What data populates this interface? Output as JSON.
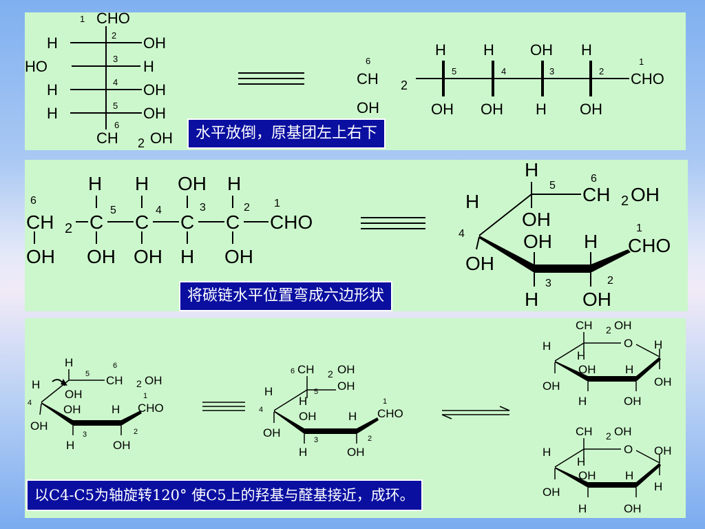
{
  "captions": {
    "step1": "水平放倒，原基团左上右下",
    "step2": "将碳链水平位置弯成六边形状",
    "step3": "以C4-C5为轴旋转120° 使C5上的羟基与醛基接近，成环。"
  },
  "labels": {
    "cho": "CHO",
    "oh": "OH",
    "ho": "HO",
    "h": "H",
    "ch": "CH",
    "ch2": "CH",
    "sub2": "2",
    "o": "O",
    "n1": "1",
    "n2": "2",
    "n3": "3",
    "n4": "4",
    "n5": "5",
    "n6": "6"
  },
  "colors": {
    "panel_bg": "#ccf7cc",
    "caption_bg": "#0a0fa0",
    "caption_text": "#ffffff"
  },
  "icons": {
    "equivalent": "triple-line-equivalence",
    "equilibrium": "equilibrium-arrows"
  }
}
